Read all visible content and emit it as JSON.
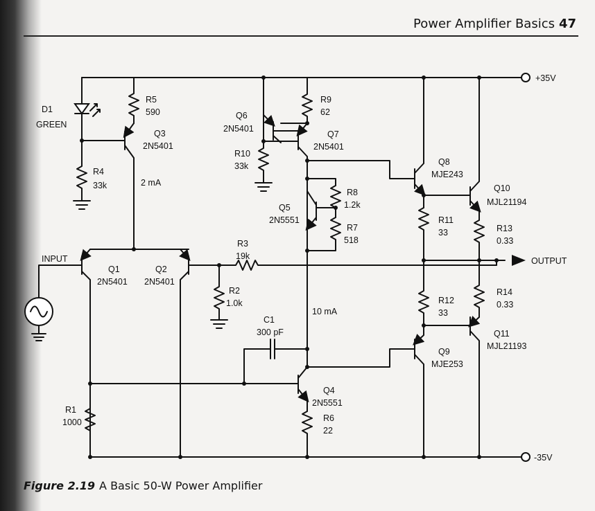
{
  "header": {
    "running_head": "Power Amplifier Basics",
    "page_number": "47"
  },
  "caption": {
    "label": "Figure 2.19",
    "text": "A Basic 50-W Power Amplifier"
  },
  "rails": {
    "positive": "+35V",
    "negative": "-35V"
  },
  "signals": {
    "input": "INPUT",
    "output": "OUTPUT"
  },
  "currents": {
    "q3_bias": "2 mA",
    "vas": "10 mA"
  },
  "components": {
    "d1": {
      "ref": "D1",
      "value": "GREEN"
    },
    "r1": {
      "ref": "R1",
      "value": "1000"
    },
    "r2": {
      "ref": "R2",
      "value": "1.0k"
    },
    "r3": {
      "ref": "R3",
      "value": "19k"
    },
    "r4": {
      "ref": "R4",
      "value": "33k"
    },
    "r5": {
      "ref": "R5",
      "value": "590"
    },
    "r6": {
      "ref": "R6",
      "value": "22"
    },
    "r7": {
      "ref": "R7",
      "value": "518"
    },
    "r8": {
      "ref": "R8",
      "value": "1.2k"
    },
    "r9": {
      "ref": "R9",
      "value": "62"
    },
    "r10": {
      "ref": "R10",
      "value": "33k"
    },
    "r11": {
      "ref": "R11",
      "value": "33"
    },
    "r12": {
      "ref": "R12",
      "value": "33"
    },
    "r13": {
      "ref": "R13",
      "value": "0.33"
    },
    "r14": {
      "ref": "R14",
      "value": "0.33"
    },
    "c1": {
      "ref": "C1",
      "value": "300 pF"
    },
    "q1": {
      "ref": "Q1",
      "value": "2N5401"
    },
    "q2": {
      "ref": "Q2",
      "value": "2N5401"
    },
    "q3": {
      "ref": "Q3",
      "value": "2N5401"
    },
    "q4": {
      "ref": "Q4",
      "value": "2N5551"
    },
    "q5": {
      "ref": "Q5",
      "value": "2N5551"
    },
    "q6": {
      "ref": "Q6",
      "value": "2N5401"
    },
    "q7": {
      "ref": "Q7",
      "value": "2N5401"
    },
    "q8": {
      "ref": "Q8",
      "value": "MJE243"
    },
    "q9": {
      "ref": "Q9",
      "value": "MJE253"
    },
    "q10": {
      "ref": "Q10",
      "value": "MJL21194"
    },
    "q11": {
      "ref": "Q11",
      "value": "MJL21193"
    }
  }
}
